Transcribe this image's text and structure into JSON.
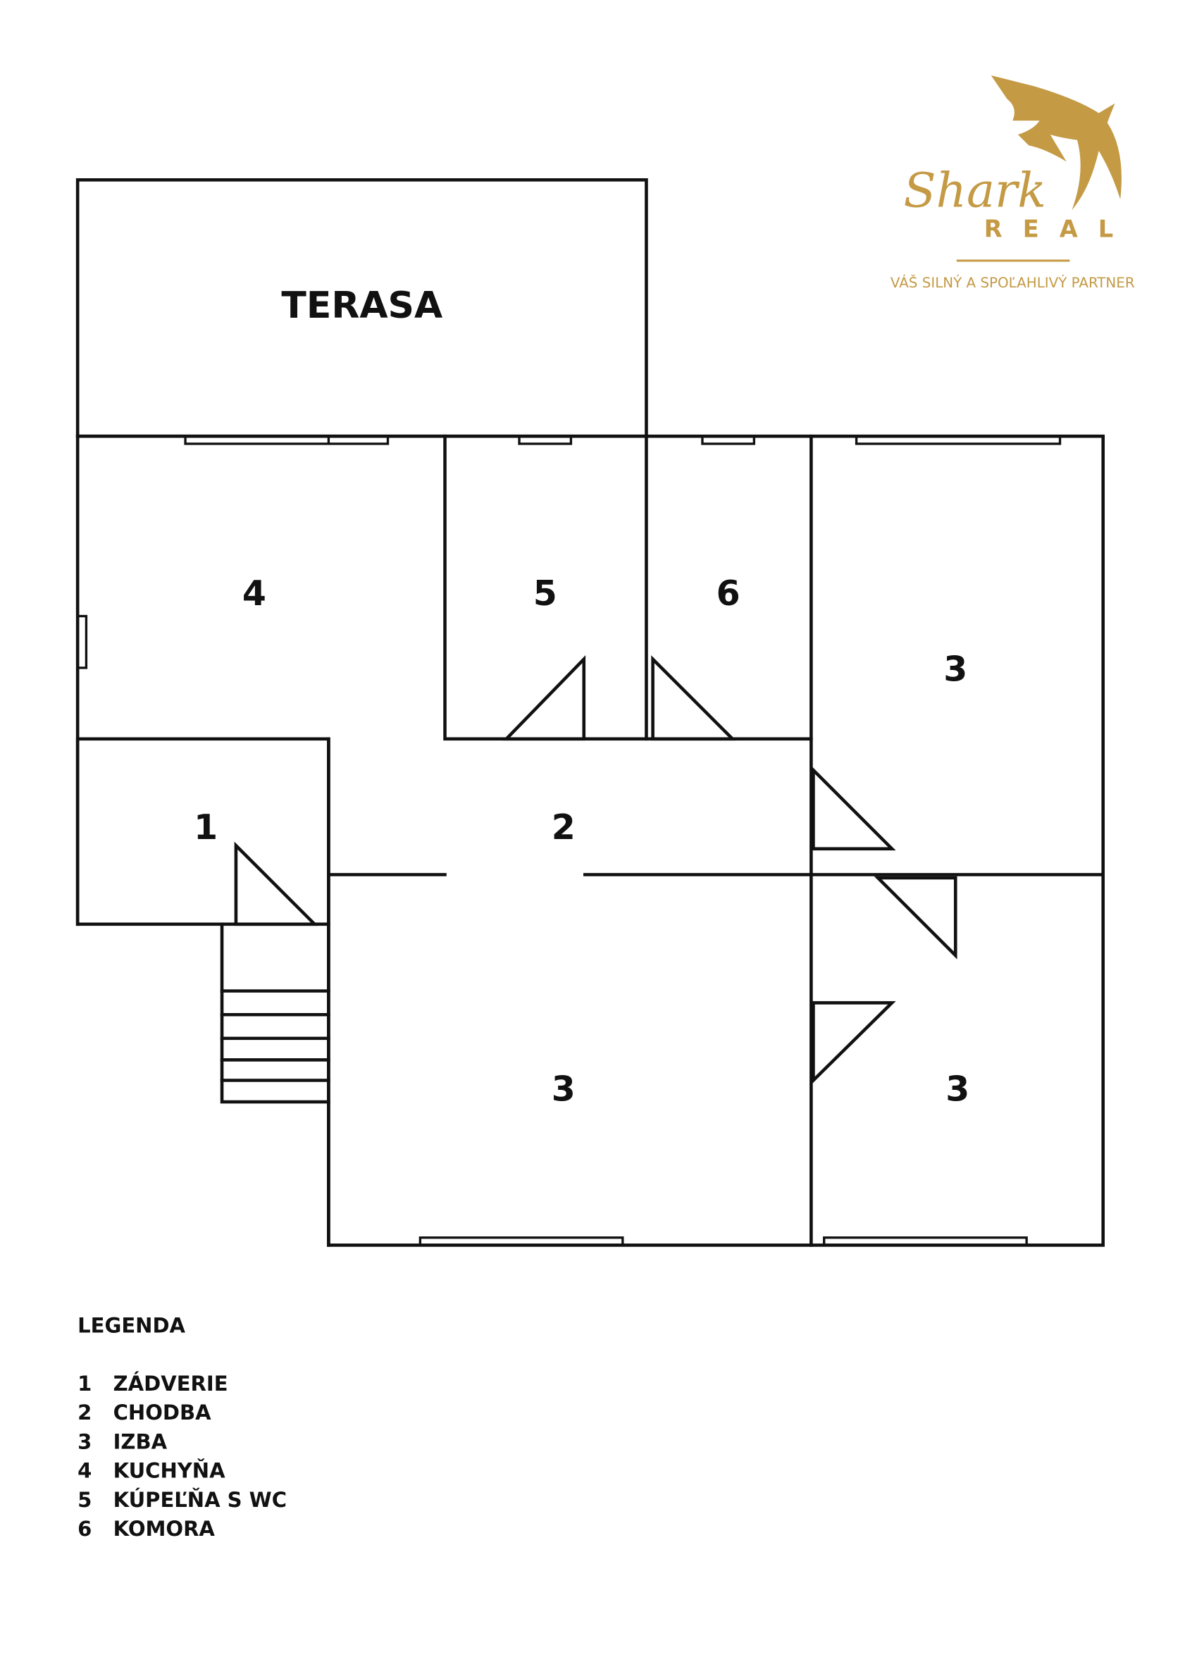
{
  "logo": {
    "script_text": "Shark",
    "word": "REAL",
    "tagline": "VÁŠ SILNÝ A SPOĽAHLIVÝ PARTNER",
    "color": "#c49a45"
  },
  "plan": {
    "terrace_label": "TERASA",
    "room_labels": {
      "kitchen": "4",
      "bathroom": "5",
      "storage": "6",
      "room_top_right": "3",
      "vestibule": "1",
      "hallway": "2",
      "room_bottom_center": "3",
      "room_bottom_right": "3"
    }
  },
  "legend": {
    "title": "LEGENDA",
    "items": [
      {
        "num": "1",
        "label": "ZÁDVERIE"
      },
      {
        "num": "2",
        "label": "CHODBA"
      },
      {
        "num": "3",
        "label": "IZBA"
      },
      {
        "num": "4",
        "label": "KUCHYŇA"
      },
      {
        "num": "5",
        "label": "KÚPEĽŇA S WC"
      },
      {
        "num": "6",
        "label": "KOMORA"
      }
    ]
  }
}
